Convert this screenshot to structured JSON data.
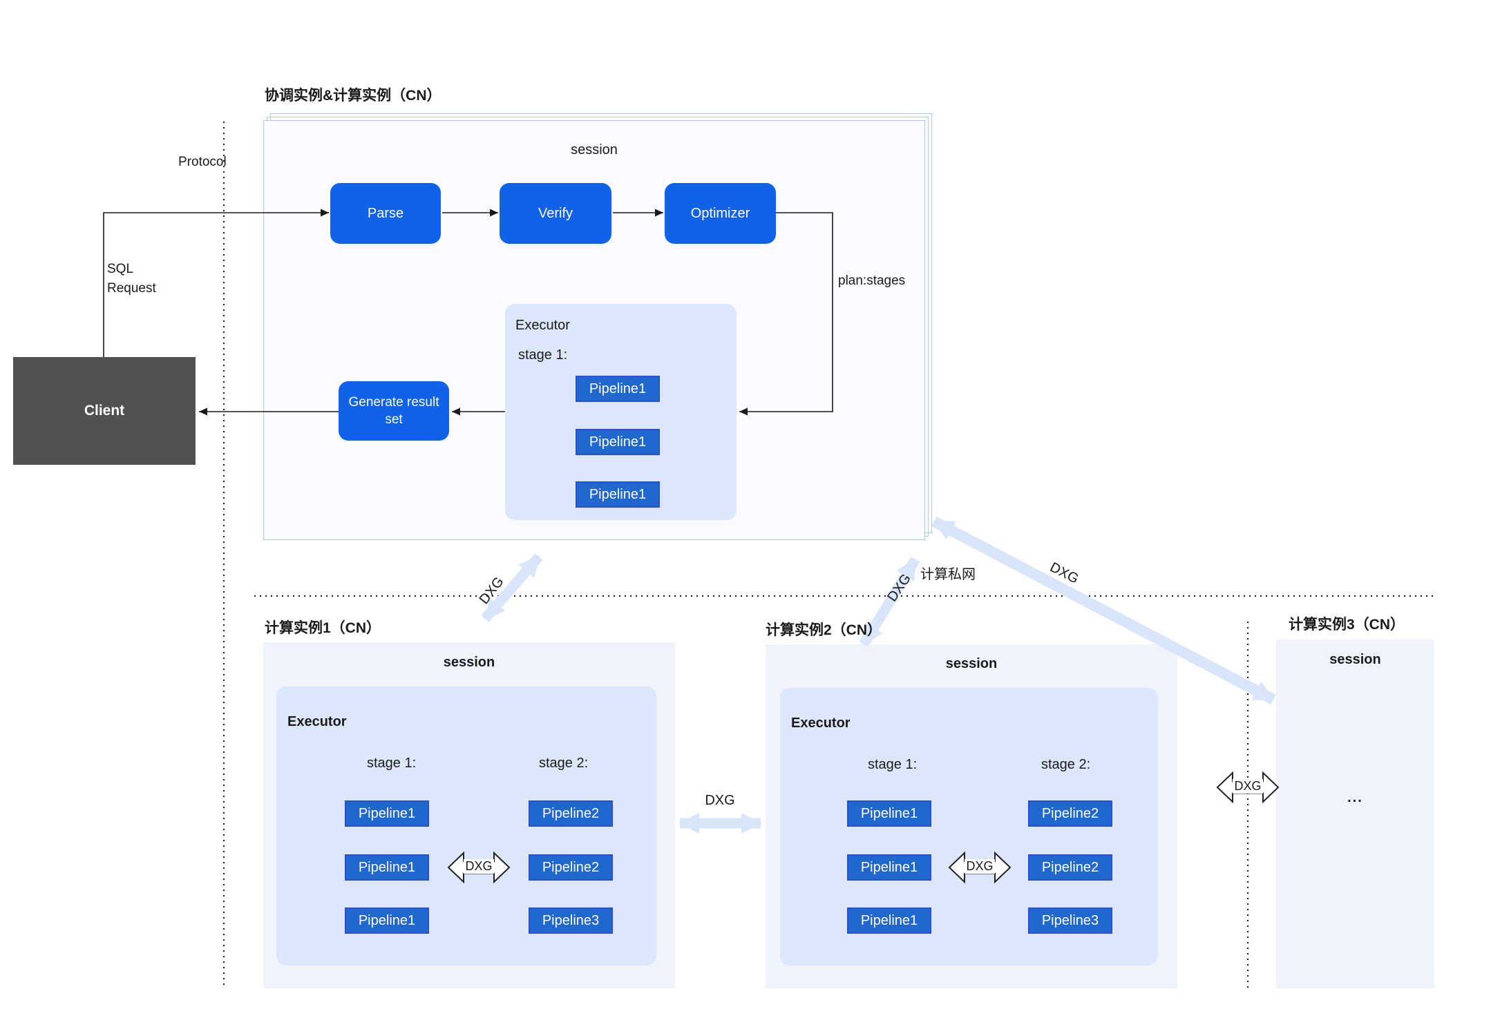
{
  "colors": {
    "accent_blue": "#1063E8",
    "pipeline_blue": "#2067CE",
    "pipeline_border": "#2A4FD6",
    "panel_light": "#EFF4FC",
    "executor_light": "#DDE7FB",
    "stack_border": "#A9C9F4",
    "stack_fill": "#F9FBFF",
    "client_gray": "#515151",
    "arrow_light": "#D9E5F8"
  },
  "top": {
    "title": "协调实例&计算实例（CN）",
    "session": "session",
    "parse": "Parse",
    "verify": "Verify",
    "optimizer": "Optimizer",
    "plan_stages": "plan:stages",
    "executor": "Executor",
    "stage1": "stage 1:",
    "pipelines": [
      "Pipeline1",
      "Pipeline1",
      "Pipeline1"
    ],
    "generate": "Generate result set"
  },
  "client": {
    "label": "Client",
    "sql_line1": "SQL",
    "sql_line2": "Request",
    "protocol": "Protocol"
  },
  "network": {
    "dxg": "DXG",
    "private_label": "计算私网"
  },
  "instances": [
    {
      "title": "计算实例1（CN）",
      "session": "session",
      "executor": "Executor",
      "stage1": "stage 1:",
      "stage2": "stage 2:",
      "stage1_pipelines": [
        "Pipeline1",
        "Pipeline1",
        "Pipeline1"
      ],
      "stage2_pipelines": [
        "Pipeline2",
        "Pipeline2",
        "Pipeline3"
      ],
      "dxg": "DXG"
    },
    {
      "title": "计算实例2（CN）",
      "session": "session",
      "executor": "Executor",
      "stage1": "stage 1:",
      "stage2": "stage 2:",
      "stage1_pipelines": [
        "Pipeline1",
        "Pipeline1",
        "Pipeline1"
      ],
      "stage2_pipelines": [
        "Pipeline2",
        "Pipeline2",
        "Pipeline3"
      ],
      "dxg": "DXG"
    },
    {
      "title": "计算实例3（CN）",
      "session": "session",
      "more": "...",
      "dxg": "DXG"
    }
  ]
}
